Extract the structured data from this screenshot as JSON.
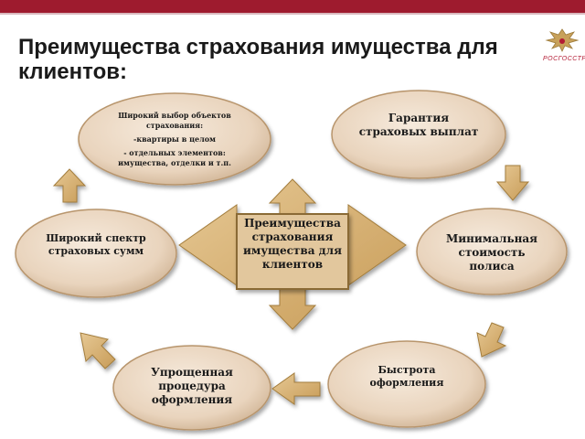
{
  "slide": {
    "title_line1": "Преимущества страхования имущества для",
    "title_line2": "клиентов:",
    "logo_caption": "РОСГОССТРАХ"
  },
  "colors": {
    "top_bar": "#9e1b2e",
    "node_fill_light": "#f4e6d6",
    "node_fill_dark": "#dcc3a8",
    "arrow_fill": "#d4b178",
    "arrow_stroke": "#a37d3c"
  },
  "diagram": {
    "center": {
      "lines": [
        "Преимущества",
        "страхования",
        "имущества для",
        "клиентов"
      ]
    },
    "nodes": {
      "wide_choice": {
        "line1": "Широкий выбор объектов",
        "line2": "страхования:",
        "line3": "-квартиры в целом",
        "line4": "- отдельных элементов:",
        "line5": "имущества, отделки и т.п."
      },
      "guarantee": {
        "line1": "Гарантия",
        "line2": "страховых выплат"
      },
      "min_cost": {
        "line1": "Минимальная",
        "line2": "стоимость",
        "line3": "полиса"
      },
      "speed": {
        "line1": "Быстрота",
        "line2": "оформления"
      },
      "simplified": {
        "line1": "Упрощенная",
        "line2": "процедура",
        "line3": "оформления"
      },
      "wide_range": {
        "line1": "Широкий спектр",
        "line2": "страховых сумм"
      }
    },
    "flow_arrows": [
      "down",
      "down-left",
      "left",
      "up-left",
      "up"
    ]
  }
}
